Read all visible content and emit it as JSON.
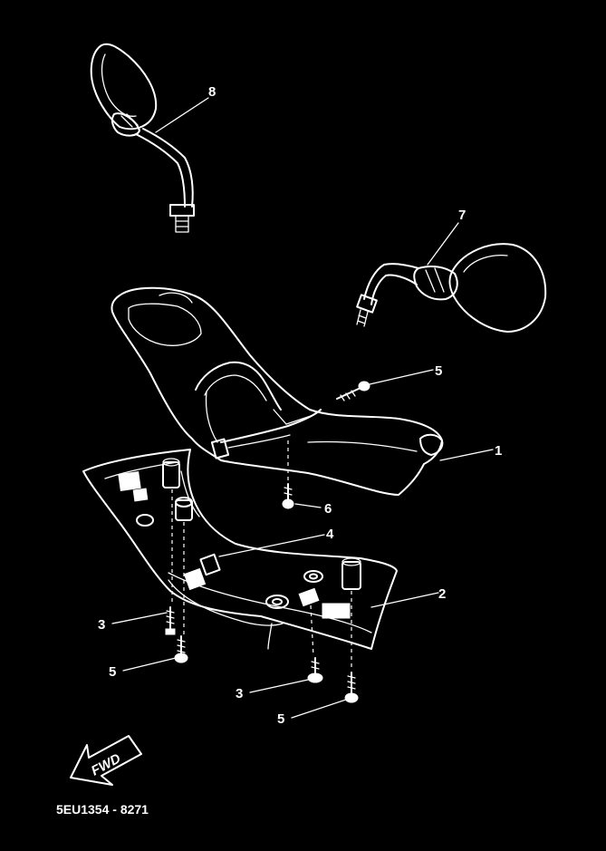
{
  "callouts": [
    {
      "id": "8",
      "text": "8"
    },
    {
      "id": "7",
      "text": "7"
    },
    {
      "id": "5a",
      "text": "5"
    },
    {
      "id": "1",
      "text": "1"
    },
    {
      "id": "6",
      "text": "6"
    },
    {
      "id": "4",
      "text": "4"
    },
    {
      "id": "2",
      "text": "2"
    },
    {
      "id": "3a",
      "text": "3"
    },
    {
      "id": "5b",
      "text": "5"
    },
    {
      "id": "3b",
      "text": "3"
    },
    {
      "id": "5c",
      "text": "5"
    }
  ],
  "direction_marker": {
    "text": "FWD"
  },
  "diagram_code": "5EU1354 - 8271"
}
